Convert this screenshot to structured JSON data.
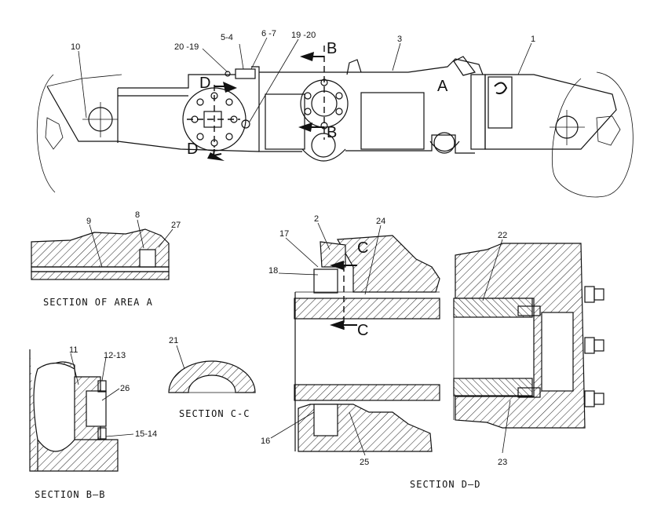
{
  "callouts": {
    "c1": "1",
    "c2": "2",
    "c3": "3",
    "c8": "8",
    "c9": "9",
    "c10": "10",
    "c11": "11",
    "c16": "16",
    "c17": "17",
    "c18": "18",
    "c21": "21",
    "c22": "22",
    "c23": "23",
    "c24": "24",
    "c25": "25",
    "c26": "26",
    "c27": "27",
    "c20_19a": "20 -19",
    "c5_4": "5-4",
    "c6_7": "6 -7",
    "c19_20": "19 -20",
    "c12_13": "12-13",
    "c15_14": "15-14"
  },
  "markers": {
    "b_top": "B",
    "b_bottom": "B",
    "d_top": "D",
    "d_bottom": "D",
    "a": "A",
    "c_top": "C",
    "c_bottom": "C"
  },
  "captions": {
    "area_a": "SECTION OF AREA A",
    "b_b": "SECTION B—B",
    "c_c": "SECTION C-C",
    "d_d": "SECTION D—D"
  }
}
